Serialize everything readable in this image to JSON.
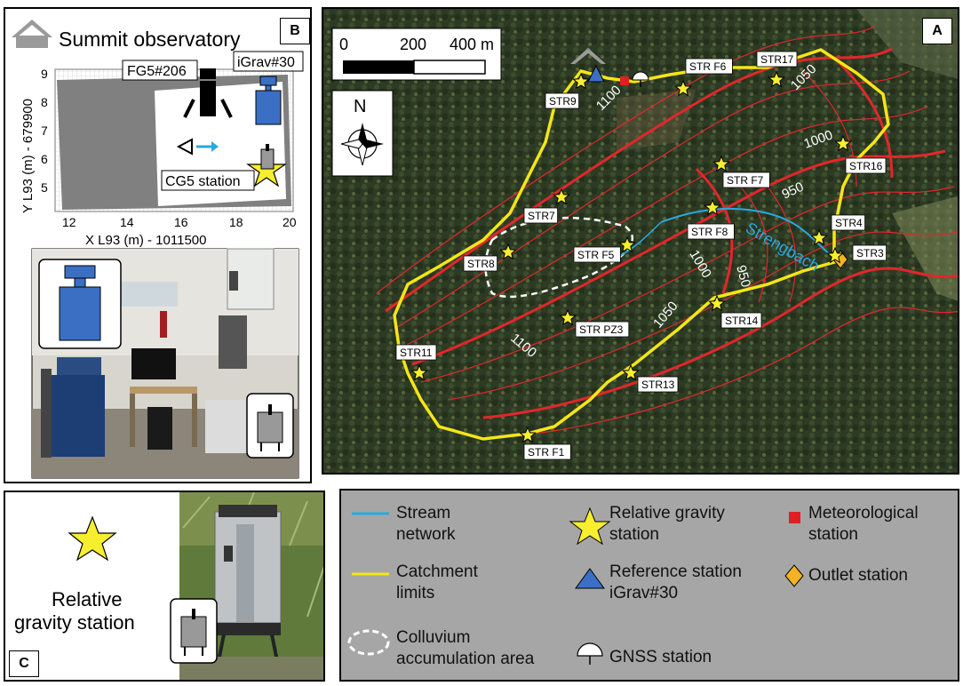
{
  "panels": {
    "a": "A",
    "b": "B",
    "c": "C"
  },
  "panel_b": {
    "title": "Summit observatory",
    "fg5_label": "FG5#206",
    "igrav_label": "iGrav#30",
    "cg5_label": "CG5 station",
    "y_axis_label": "Y L93 (m) - 679900",
    "x_axis_label": "X L93 (m) - 1011500",
    "x_ticks": [
      "12",
      "14",
      "16",
      "18",
      "20"
    ],
    "y_ticks": [
      "9",
      "8",
      "7",
      "6",
      "5"
    ]
  },
  "panel_c": {
    "label_line1": "Relative",
    "label_line2": "gravity station"
  },
  "map": {
    "scale_labels": [
      "0",
      "200",
      "400 m"
    ],
    "north": "N",
    "stream_name": "Strengbach",
    "contours": [
      "1100",
      "1050",
      "1000",
      "950",
      "1000",
      "950",
      "1050",
      "1100"
    ],
    "stations": [
      {
        "id": "str9",
        "label": "STR9"
      },
      {
        "id": "strf6",
        "label": "STR F6"
      },
      {
        "id": "str17",
        "label": "STR17"
      },
      {
        "id": "str16",
        "label": "STR16"
      },
      {
        "id": "strf7",
        "label": "STR F7"
      },
      {
        "id": "str7",
        "label": "STR7"
      },
      {
        "id": "strf8",
        "label": "STR F8"
      },
      {
        "id": "str4",
        "label": "STR4"
      },
      {
        "id": "str3",
        "label": "STR3"
      },
      {
        "id": "strf5",
        "label": "STR F5"
      },
      {
        "id": "str8",
        "label": "STR8"
      },
      {
        "id": "strpz3",
        "label": "STR PZ3"
      },
      {
        "id": "str14",
        "label": "STR14"
      },
      {
        "id": "str11",
        "label": "STR11"
      },
      {
        "id": "str13",
        "label": "STR13"
      },
      {
        "id": "strf1",
        "label": "STR F1"
      }
    ]
  },
  "legend": {
    "stream": "Stream\nnetwork",
    "catchment": "Catchment\nlimits",
    "colluvium": "Colluvium\naccumulation area",
    "relative": "Relative gravity\nstation",
    "reference": "Reference station\niGrav#30",
    "gnss": "GNSS station",
    "meteo": "Meteorological\nstation",
    "outlet": "Outlet station"
  },
  "colors": {
    "stream": "#29a9e1",
    "catchment": "#f5e616",
    "contour": "#e3262b",
    "star": "#f7ee2f",
    "reference": "#3a6fc4",
    "meteo": "#e02020",
    "outlet": "#f4b324",
    "legend_bg": "#a6a6a6",
    "forest": "#2d3a24"
  }
}
